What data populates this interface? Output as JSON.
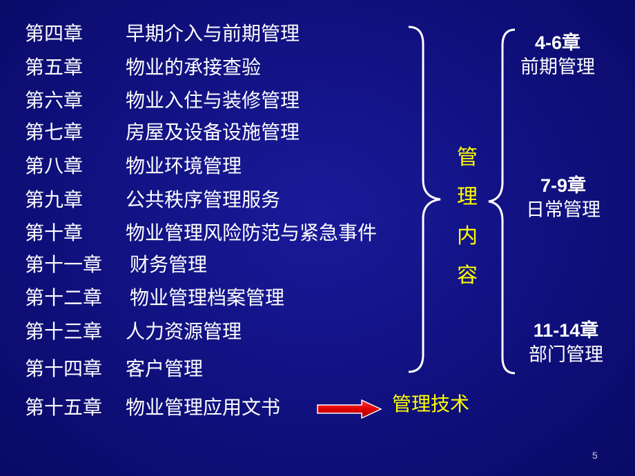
{
  "chapters": [
    {
      "num": "第四章",
      "title": "早期介入与前期管理"
    },
    {
      "num": "第五章",
      "title": "物业的承接查验"
    },
    {
      "num": "第六章",
      "title": "物业入住与装修管理"
    },
    {
      "num": "第七章",
      "title": "房屋及设备设施管理"
    },
    {
      "num": "第八章",
      "title": "物业环境管理"
    },
    {
      "num": "第九章",
      "title": "公共秩序管理服务"
    },
    {
      "num": "第十章",
      "title": "物业管理风险防范与紧急事件"
    },
    {
      "num": "第十一章",
      "title": "财务管理"
    },
    {
      "num": "第十二章",
      "title": "物业管理档案管理"
    },
    {
      "num": "第十三章",
      "title": "人力资源管理"
    },
    {
      "num": "第十四章",
      "title": "客户管理"
    },
    {
      "num": "第十五章",
      "title": "物业管理应用文书"
    }
  ],
  "management_content": [
    "管",
    "理",
    "内",
    "容"
  ],
  "groups": [
    {
      "range": "4-6章",
      "label": "前期管理"
    },
    {
      "range": "7-9章",
      "label": "日常管理"
    },
    {
      "range": "11-14章",
      "label": "部门管理"
    }
  ],
  "management_tech": "管理技术",
  "page_number": "5",
  "colors": {
    "background": "#10107e",
    "text": "#ffffff",
    "highlight": "#ffff00",
    "arrow": "#e00000"
  }
}
